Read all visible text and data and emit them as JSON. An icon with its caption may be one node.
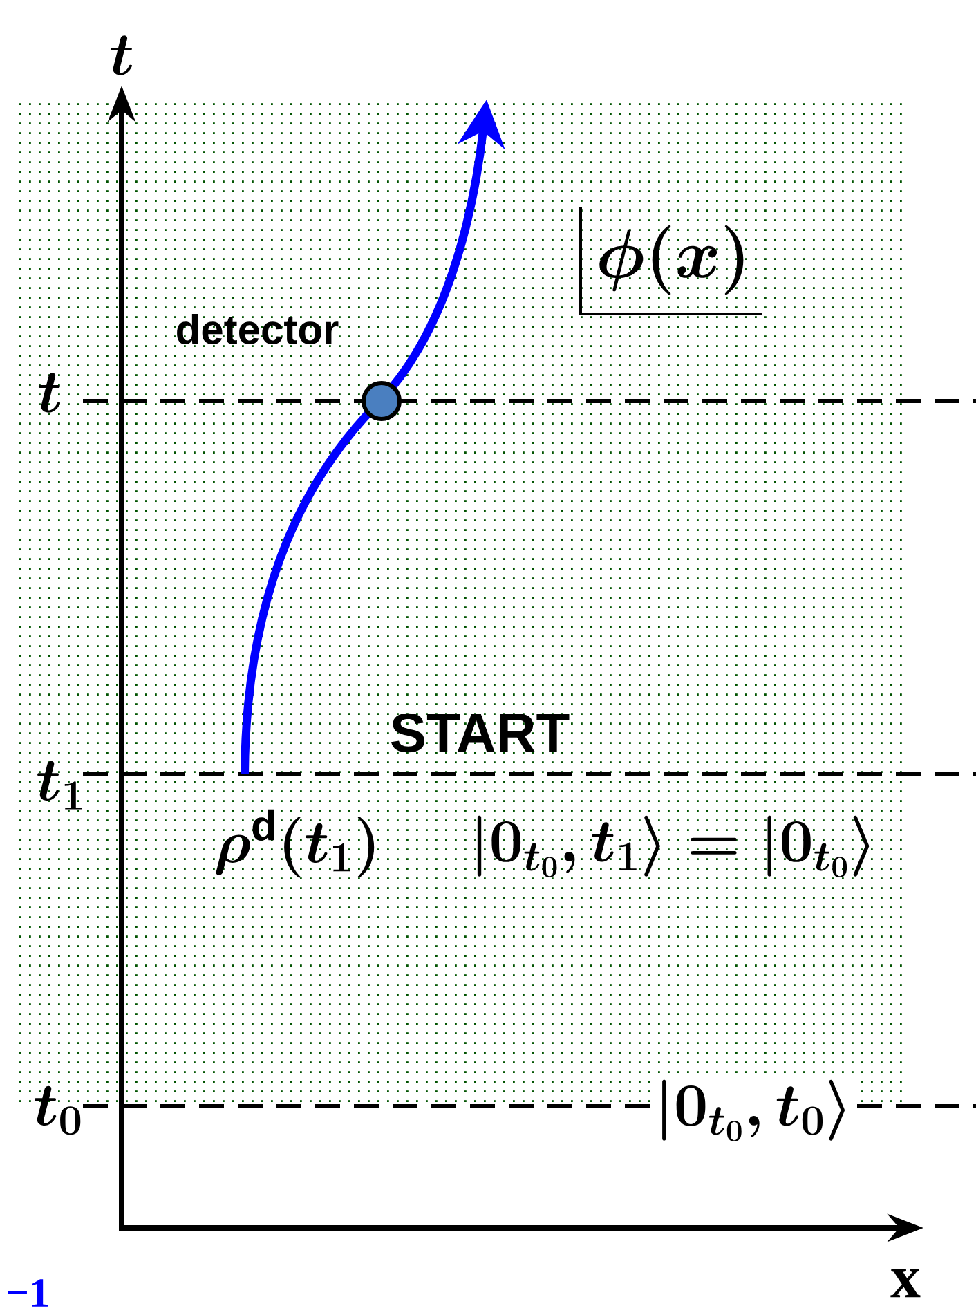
{
  "diagram": {
    "labels": [
      "t",
      "\\phi(x)",
      "detector",
      "t",
      "START",
      "t_1",
      "\\rho^{\\mathsf{d}}(t_1)",
      "|0_{t_0},t_1\\rangle=|0_{t_0}\\rangle",
      "t_0",
      "|0_{t_0},t_0\\rangle",
      "−1",
      "x"
    ]
  }
}
